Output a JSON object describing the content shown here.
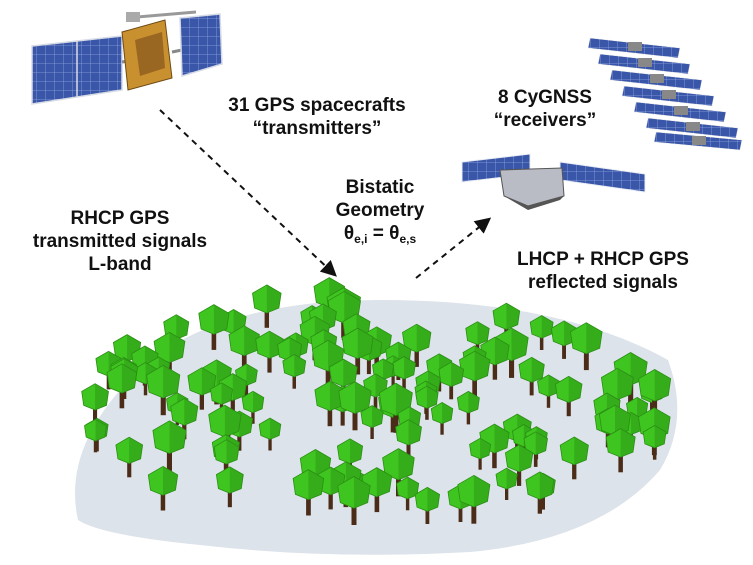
{
  "gps_label": {
    "line1": "31 GPS spacecrafts",
    "line2": "“transmitters”"
  },
  "cygnss_label": {
    "line1": "8 CyGNSS",
    "line2": "“receivers”"
  },
  "bistatic_label": {
    "line1": "Bistatic",
    "line2": "Geometry",
    "theta": "θ",
    "sub_i": "e,i",
    "equals": " = ",
    "sub_s": "e,s"
  },
  "transmit_label": {
    "line1": "RHCP GPS",
    "line2": "transmitted signals",
    "line3": "L-band"
  },
  "reflect_label": {
    "line1": "LHCP + RHCP GPS",
    "line2": "reflected signals"
  },
  "colors": {
    "solar_panel": "#3a56a8",
    "solar_panel_dark": "#1f2f6e",
    "bus_gold": "#b8862c",
    "foliage": "#3fc51f",
    "foliage_dark": "#2a8f14",
    "trunk": "#4a2c18",
    "shadow": "#dde3ea"
  }
}
